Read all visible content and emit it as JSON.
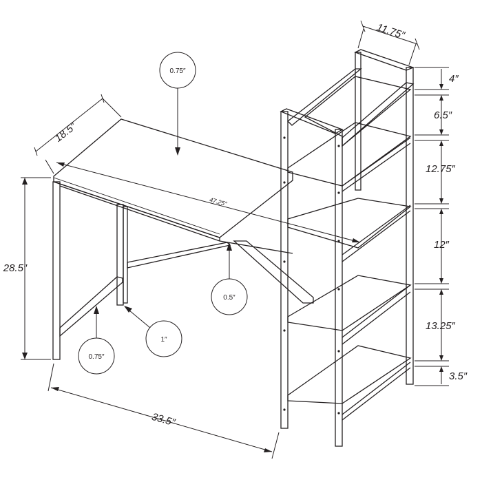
{
  "dimensions": {
    "top_depth": "18.5″",
    "top_width": "47.25″",
    "height": "28.5″",
    "base_width": "33.5″",
    "shelf_depth": "11.75″",
    "shelf_gap_1": "4″",
    "shelf_gap_2": "6.5″",
    "shelf_gap_3": "12.75″",
    "shelf_gap_4": "12″",
    "shelf_gap_5": "13.25″",
    "shelf_gap_6": "3.5″"
  },
  "callouts": {
    "top_thickness": "0.75″",
    "crossbar_thickness": "0.5″",
    "leg_width": "1″",
    "footbar_thickness": "0.75″"
  }
}
